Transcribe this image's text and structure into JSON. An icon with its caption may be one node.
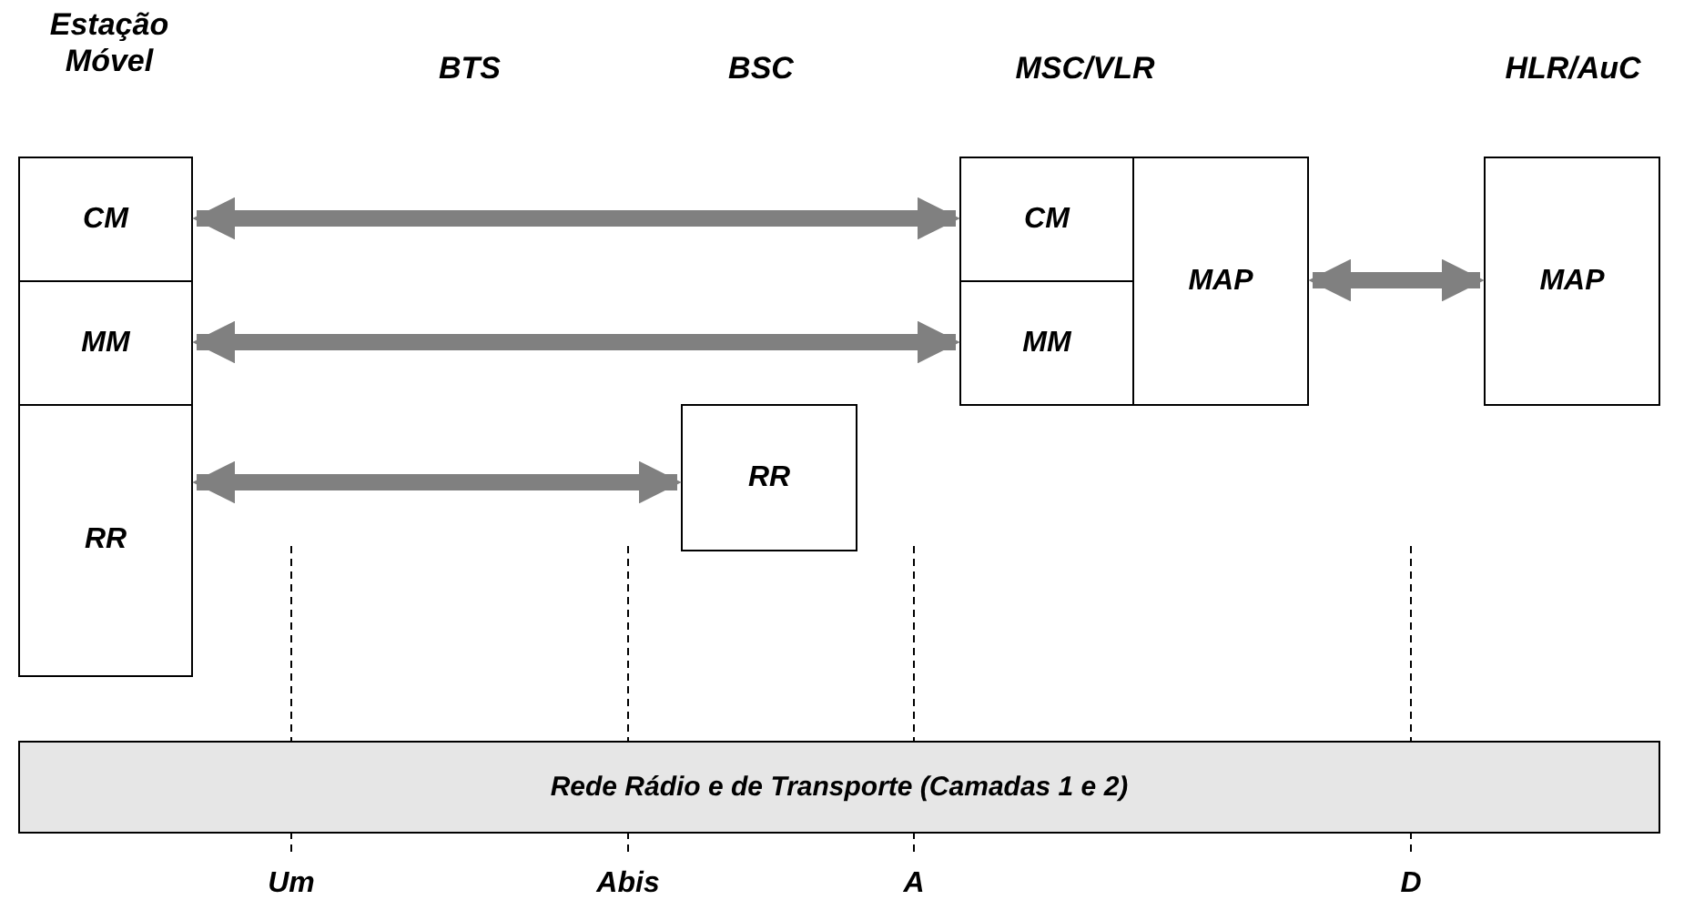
{
  "diagram": {
    "nodes": [
      {
        "text": [
          "CM"
        ]
      },
      {
        "text": [
          "MM"
        ]
      },
      {
        "text": [
          "RR"
        ]
      },
      {
        "text": [
          "CM"
        ]
      },
      {
        "text": [
          "MM"
        ]
      },
      {
        "text": [
          "MAP"
        ]
      },
      {
        "text": [
          "RR"
        ]
      },
      {
        "text": [
          "MAP"
        ]
      },
      {
        "text": [
          "Rede Rádio e de Transporte (Camadas 1 e 2)"
        ]
      }
    ],
    "edges": [
      {
        "from": 0,
        "to": 3,
        "arrow": "both"
      },
      {
        "from": 1,
        "to": 4,
        "arrow": "both"
      },
      {
        "from": 2,
        "to": 6,
        "arrow": "both"
      },
      {
        "from": 5,
        "to": 7,
        "arrow": "both"
      }
    ],
    "labels": [
      "Estação Móvel",
      "BTS",
      "BSC",
      "MSC/VLR",
      "HLR/AuC",
      "Um",
      "Abis",
      "A",
      "D"
    ]
  }
}
